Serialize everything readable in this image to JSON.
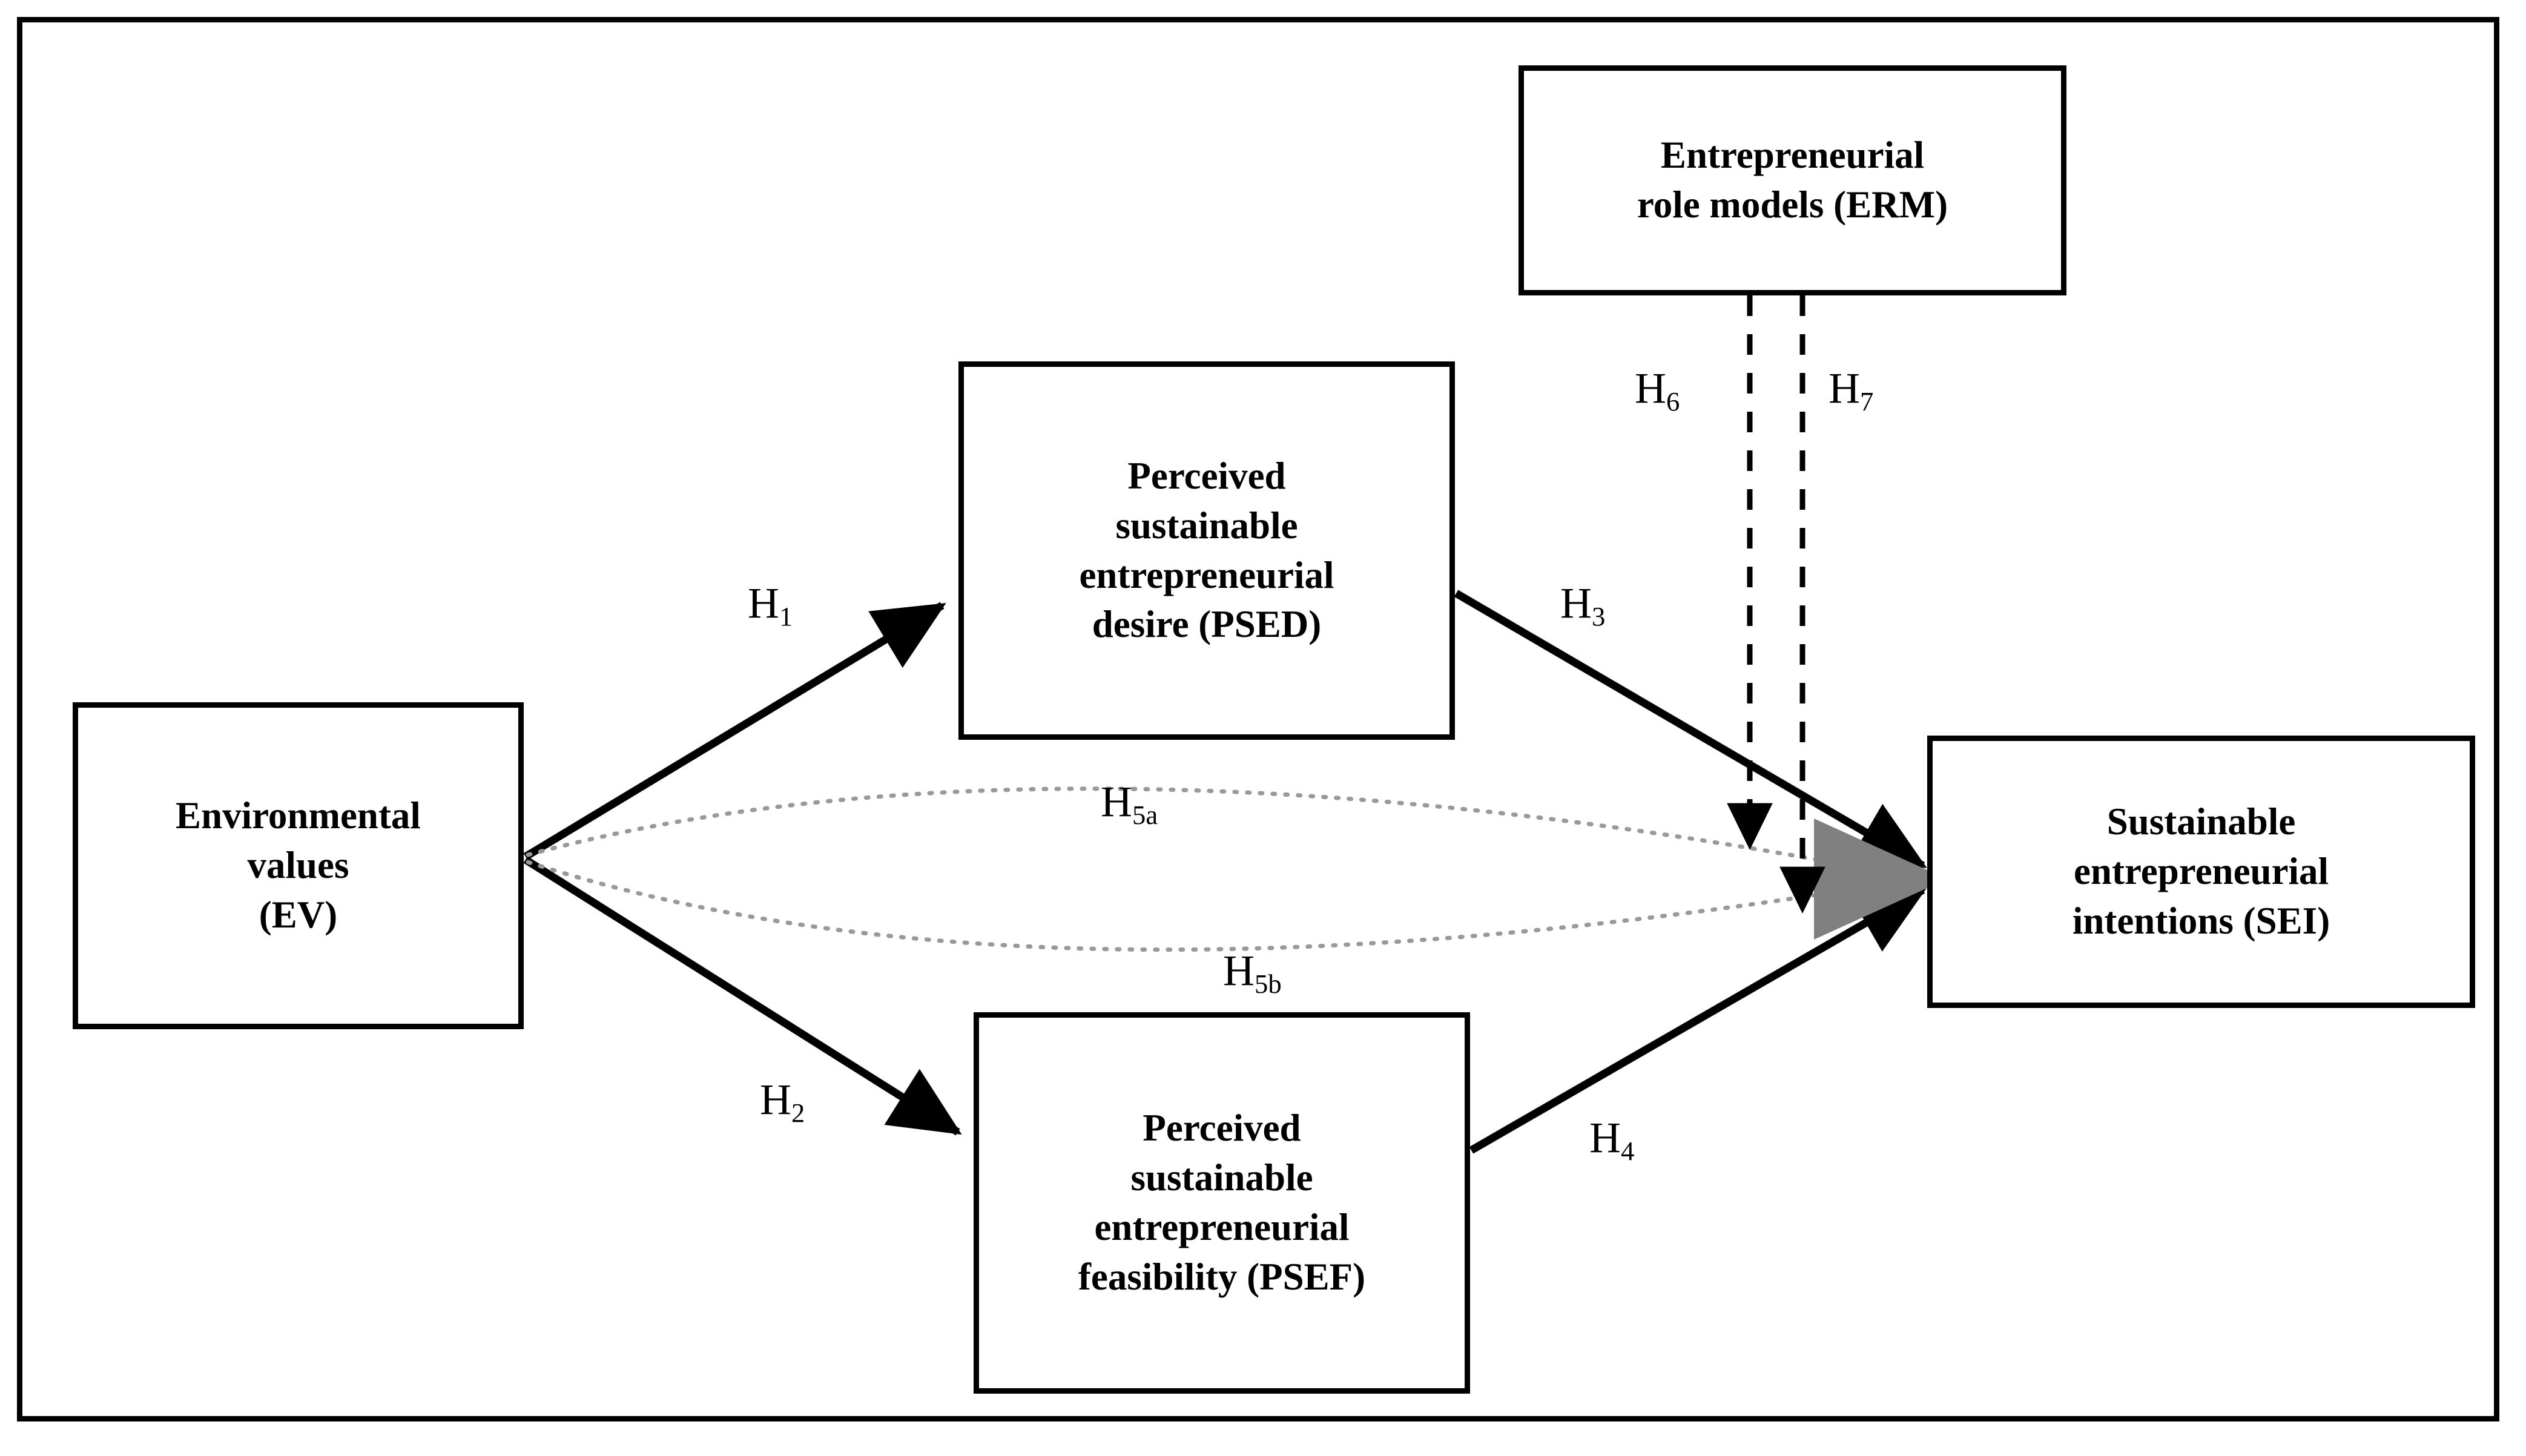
{
  "figure": {
    "type": "conceptual-research-model",
    "background_color": "#ffffff",
    "border_color": "#000000",
    "accent_gray": "#808080"
  },
  "nodes": {
    "ev": {
      "id": "EV",
      "name": "Environmental values",
      "abbreviation": "EV",
      "lines": [
        "Environmental",
        "values",
        "(EV)"
      ]
    },
    "psed": {
      "id": "PSED",
      "name": "Perceived sustainable entrepreneurial desire",
      "abbreviation": "PSED",
      "lines": [
        "Perceived",
        "sustainable",
        "entrepreneurial",
        "desire (PSED)"
      ]
    },
    "psef": {
      "id": "PSEF",
      "name": "Perceived sustainable entrepreneurial feasibility",
      "abbreviation": "PSEF",
      "lines": [
        "Perceived",
        "sustainable",
        "entrepreneurial",
        "feasibility (PSEF)"
      ]
    },
    "erm": {
      "id": "ERM",
      "name": "Entrepreneurial role models",
      "abbreviation": "ERM",
      "lines": [
        "Entrepreneurial",
        "role models (ERM)"
      ]
    },
    "sei": {
      "id": "SEI",
      "name": "Sustainable entrepreneurial intentions",
      "abbreviation": "SEI",
      "lines": [
        "Sustainable",
        "entrepreneurial",
        "intentions (SEI)"
      ]
    }
  },
  "hypotheses": [
    {
      "key": "H1",
      "base": "H",
      "sub": "1",
      "from": "EV",
      "to": "PSED",
      "style": "solid",
      "color": "#000000"
    },
    {
      "key": "H2",
      "base": "H",
      "sub": "2",
      "from": "EV",
      "to": "PSEF",
      "style": "solid",
      "color": "#000000"
    },
    {
      "key": "H3",
      "base": "H",
      "sub": "3",
      "from": "PSED",
      "to": "SEI",
      "style": "solid",
      "color": "#000000"
    },
    {
      "key": "H4",
      "base": "H",
      "sub": "4",
      "from": "PSEF",
      "to": "SEI",
      "style": "solid",
      "color": "#000000"
    },
    {
      "key": "H5a",
      "base": "H",
      "sub": "5a",
      "from": "EV",
      "to": "SEI",
      "style": "dotted",
      "color": "#808080"
    },
    {
      "key": "H5b",
      "base": "H",
      "sub": "5b",
      "from": "EV",
      "to": "SEI",
      "style": "dotted",
      "color": "#808080"
    },
    {
      "key": "H6",
      "base": "H",
      "sub": "6",
      "from": "ERM",
      "to": "SEI",
      "style": "dashed",
      "color": "#000000"
    },
    {
      "key": "H7",
      "base": "H",
      "sub": "7",
      "from": "ERM",
      "to": "SEI",
      "style": "dashed",
      "color": "#000000"
    }
  ]
}
